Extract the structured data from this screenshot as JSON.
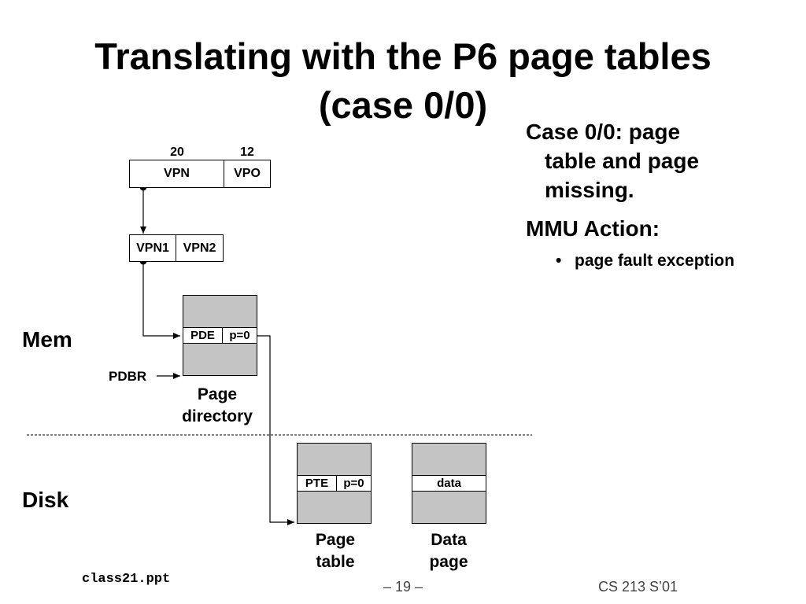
{
  "title": {
    "line1": "Translating with the P6 page tables",
    "line2": "(case 0/0)"
  },
  "address": {
    "vpn_bits": "20",
    "vpo_bits": "12",
    "vpn_label": "VPN",
    "vpo_label": "VPO",
    "vpn1_label": "VPN1",
    "vpn2_label": "VPN2"
  },
  "regions": {
    "mem": "Mem",
    "disk": "Disk"
  },
  "page_directory": {
    "register": "PDBR",
    "entry": "PDE",
    "present": "p=0",
    "caption_line1": "Page",
    "caption_line2": "directory"
  },
  "page_table": {
    "entry": "PTE",
    "present": "p=0",
    "caption_line1": "Page",
    "caption_line2": "table"
  },
  "data_page": {
    "entry": "data",
    "caption_line1": "Data",
    "caption_line2": "page"
  },
  "bullets": {
    "case_line1": "Case 0/0: page",
    "case_line2": "table and page",
    "case_line3": "missing.",
    "mmu": "MMU Action:",
    "sub1": "page fault exception"
  },
  "footer": {
    "filename": "class21.ppt",
    "page": "– 19 –",
    "course": "CS 213 S’01"
  }
}
